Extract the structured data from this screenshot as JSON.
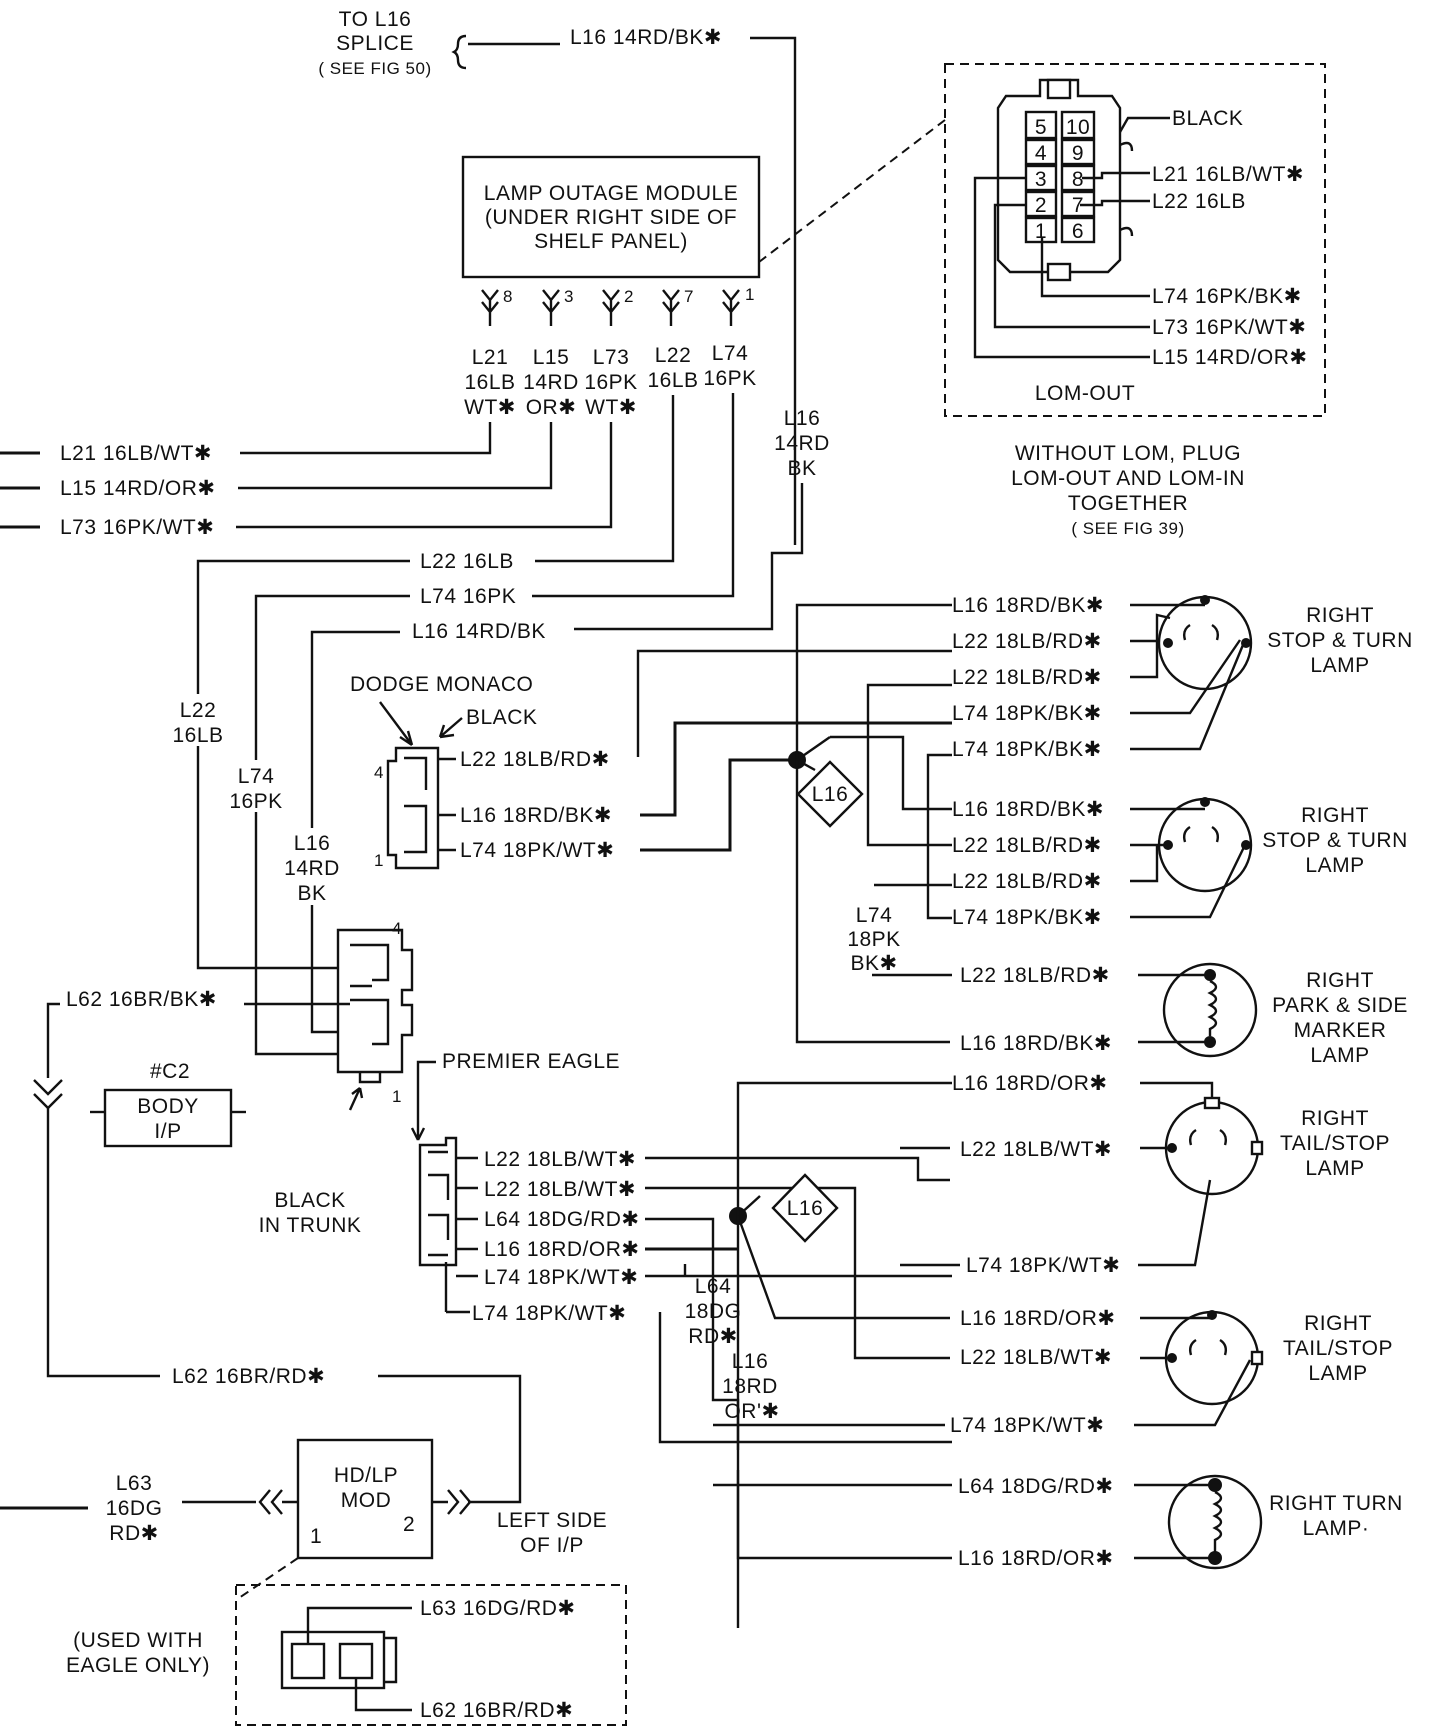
{
  "figure": {
    "top_splice": [
      "TO L16",
      "SPLICE",
      "( SEE FIG 50)"
    ],
    "top_wire": "L16   14RD/BK✱"
  },
  "lom": {
    "box_lines": [
      "LAMP OUTAGE MODULE",
      "(UNDER RIGHT SIDE OF",
      "SHELF PANEL)"
    ],
    "pin_numbers": [
      "8",
      "3",
      "2",
      "7",
      "1"
    ],
    "drop_labels": [
      [
        "L21",
        "16LB",
        "WT✱"
      ],
      [
        "L15",
        "14RD",
        "OR✱"
      ],
      [
        "L73",
        "16PK",
        "WT✱"
      ],
      [
        "L22",
        "16LB"
      ],
      [
        "L74",
        "16PK"
      ]
    ],
    "vertical_l16": [
      "L16",
      "14RD",
      "BK"
    ]
  },
  "lom_out": {
    "cavities": [
      "5",
      "10",
      "4",
      "9",
      "3",
      "8",
      "2",
      "7",
      "1",
      "6"
    ],
    "color_label": "BLACK",
    "wires": [
      "L21   16LB/WT✱",
      "L22   16LB",
      "L74   16PK/BK✱",
      "L73   16PK/WT✱",
      "L15   14RD/OR✱"
    ],
    "label": "LOM-OUT",
    "note": [
      "WITHOUT LOM, PLUG",
      "LOM-OUT AND LOM-IN",
      "TOGETHER",
      "( SEE FIG 39)"
    ]
  },
  "left_wires": [
    "L21   16LB/WT✱",
    "L15   14RD/OR✱",
    "L73   16PK/WT✱"
  ],
  "harness_labels": {
    "l22": "L22   16LB",
    "l74": "L74   16PK",
    "l16": "L16   14RD/BK",
    "vert_l22": [
      "L22",
      "16LB"
    ],
    "vert_l74": [
      "L74",
      "16PK"
    ],
    "vert_l16": [
      "L16",
      "14RD",
      "BK"
    ]
  },
  "dodge": {
    "title": "DODGE MONACO",
    "color": "BLACK",
    "pin_top": "4",
    "pin_bottom": "1",
    "wires": [
      "L22   18LB/RD✱",
      "L16   18RD/BK✱",
      "L74   18PK/WT✱"
    ]
  },
  "body_connector": {
    "pin_top": "4",
    "pin_bottom": "1",
    "label": [
      "BLACK",
      "IN TRUNK"
    ]
  },
  "l62_wire": "L62   16BR/BK✱",
  "c2": {
    "title": "#C2",
    "lines": [
      "BODY",
      "I/P"
    ]
  },
  "premier": {
    "title": "PREMIER EAGLE",
    "wires": [
      "L22   18LB/WT✱",
      "L22   18LB/WT✱",
      "L64   18DG/RD✱",
      "L16   18RD/OR✱",
      "L74   18PK/WT✱"
    ],
    "bottom_wire": "L74   18PK/WT✱"
  },
  "splice_label": "L16",
  "right_wires_upper": [
    "L16   18RD/BK✱",
    "L22   18LB/RD✱",
    "L22   18LB/RD✱",
    "L74   18PK/BK✱",
    "L74   18PK/BK✱",
    "L16   18RD/BK✱",
    "L22   18LB/RD✱",
    "L22   18LB/RD✱",
    "L74   18PK/BK✱",
    "L22   18LB/RD✱",
    "L16   18RD/BK✱"
  ],
  "l74_vert": [
    "L74",
    "18PK",
    "BK✱"
  ],
  "right_wires_lower": [
    "L16   18RD/OR✱",
    "L22   18LB/WT✱",
    "L74   18PK/WT✱",
    "L16   18RD/OR✱",
    "L22   18LB/WT✱",
    "L74   18PK/WT✱",
    "L64   18DG/RD✱",
    "L16   18RD/OR✱"
  ],
  "vert_l64": [
    "L64",
    "18DG",
    "RD✱"
  ],
  "vert_l16b": [
    "L16",
    "18RD",
    "OR'✱"
  ],
  "lamps": [
    [
      "RIGHT",
      "STOP & TURN",
      "LAMP"
    ],
    [
      "RIGHT",
      "STOP & TURN",
      "LAMP"
    ],
    [
      "RIGHT",
      "PARK & SIDE",
      "MARKER",
      "LAMP"
    ],
    [
      "RIGHT",
      "TAIL/STOP",
      "LAMP"
    ],
    [
      "RIGHT",
      "TAIL/STOP",
      "LAMP"
    ],
    [
      "RIGHT TURN",
      "LAMP·"
    ]
  ],
  "l62_lower": "L62   16BR/RD✱",
  "hdlp": {
    "lines": [
      "HD/LP",
      "MOD"
    ],
    "pin1": "1",
    "pin2": "2"
  },
  "l63": [
    "L63",
    "16DG",
    "RD✱"
  ],
  "left_side": [
    "LEFT SIDE",
    "OF I/P"
  ],
  "eagle_only": {
    "note": [
      "(USED WITH",
      "EAGLE ONLY)"
    ],
    "wires": [
      "L63   16DG/RD✱",
      "L62   16BR/RD✱"
    ]
  }
}
